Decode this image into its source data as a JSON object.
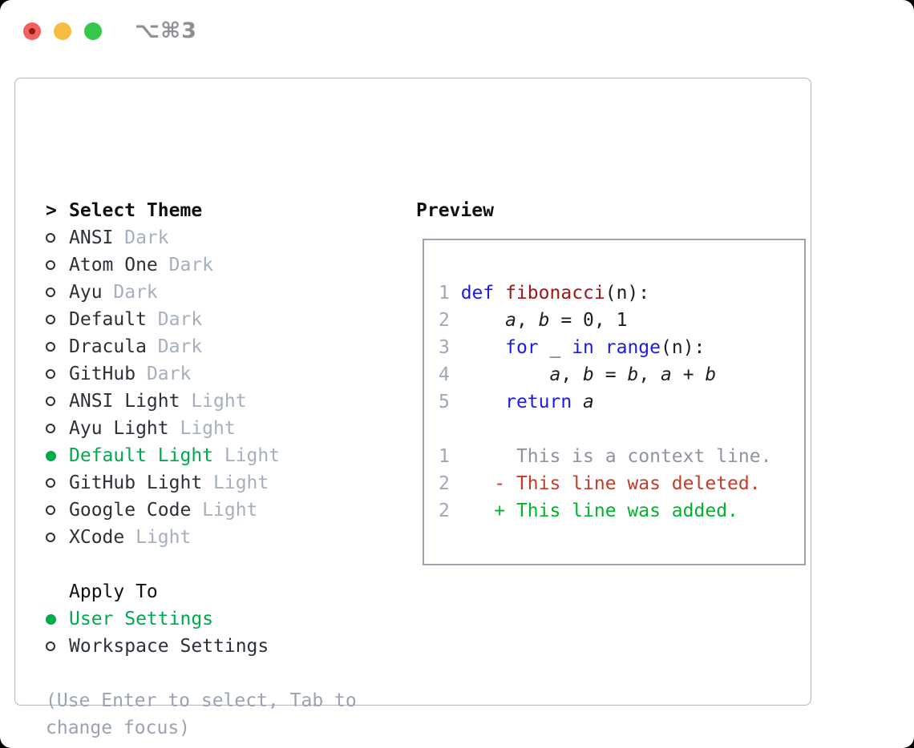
{
  "window": {
    "titlebar_shortcut": "⌥⌘3"
  },
  "colors": {
    "window-bg": "#ffffff",
    "panel-border": "#aeb6c0",
    "preview-border": "#9aa4ae",
    "text-black": "#0e1114",
    "text-dark": "#2c3138",
    "text-muted": "#a6afbd",
    "text-footer": "#9aa3b2",
    "green": "#00a84e",
    "kw": "#1a1af0",
    "fn": "#a31414",
    "code-plain": "#1b1f24",
    "linenum": "#9fa8b6",
    "ctx": "#8d949e",
    "del": "#c43c28",
    "add": "#00b42c",
    "traffic-red": "#f4605b",
    "traffic-red-dot": "#8e1a12",
    "traffic-yellow": "#f7bd40",
    "traffic-green": "#36c84b",
    "titlebar-text": "#8e9094"
  },
  "theme_list": {
    "prompt": ">",
    "header": "Select Theme",
    "items": [
      {
        "label": "ANSI",
        "tag": "Dark",
        "selected": false
      },
      {
        "label": "Atom One",
        "tag": "Dark",
        "selected": false
      },
      {
        "label": "Ayu",
        "tag": "Dark",
        "selected": false
      },
      {
        "label": "Default",
        "tag": "Dark",
        "selected": false
      },
      {
        "label": "Dracula",
        "tag": "Dark",
        "selected": false
      },
      {
        "label": "GitHub",
        "tag": "Dark",
        "selected": false
      },
      {
        "label": "ANSI Light",
        "tag": "Light",
        "selected": false
      },
      {
        "label": "Ayu Light",
        "tag": "Light",
        "selected": false
      },
      {
        "label": "Default Light",
        "tag": "Light",
        "selected": true
      },
      {
        "label": "GitHub Light",
        "tag": "Light",
        "selected": false
      },
      {
        "label": "Google Code",
        "tag": "Light",
        "selected": false
      },
      {
        "label": "XCode",
        "tag": "Light",
        "selected": false
      }
    ]
  },
  "apply_to": {
    "header": "Apply To",
    "options": [
      {
        "label": "User Settings",
        "selected": true
      },
      {
        "label": "Workspace Settings",
        "selected": false
      }
    ]
  },
  "footer": {
    "line1": "(Use Enter to select, Tab to",
    "line2": "change focus)"
  },
  "preview": {
    "header": "Preview",
    "lines": [
      {
        "segments": [
          {
            "text": "1 ",
            "style": "num"
          },
          {
            "text": "def",
            "style": "kw"
          },
          {
            "text": " ",
            "style": "plain"
          },
          {
            "text": "fibonacci",
            "style": "fn"
          },
          {
            "text": "(n):",
            "style": "plain"
          }
        ]
      },
      {
        "segments": [
          {
            "text": "2 ",
            "style": "num"
          },
          {
            "text": "    ",
            "style": "plain"
          },
          {
            "text": "a",
            "style": "var"
          },
          {
            "text": ", ",
            "style": "plain"
          },
          {
            "text": "b",
            "style": "var"
          },
          {
            "text": " = 0, 1",
            "style": "plain"
          }
        ]
      },
      {
        "segments": [
          {
            "text": "3 ",
            "style": "num"
          },
          {
            "text": "    ",
            "style": "plain"
          },
          {
            "text": "for",
            "style": "kw"
          },
          {
            "text": " _ ",
            "style": "plain"
          },
          {
            "text": "in",
            "style": "kw"
          },
          {
            "text": " ",
            "style": "plain"
          },
          {
            "text": "range",
            "style": "kw"
          },
          {
            "text": "(n):",
            "style": "plain"
          }
        ]
      },
      {
        "segments": [
          {
            "text": "4 ",
            "style": "num"
          },
          {
            "text": "        ",
            "style": "plain"
          },
          {
            "text": "a",
            "style": "var"
          },
          {
            "text": ", ",
            "style": "plain"
          },
          {
            "text": "b",
            "style": "var"
          },
          {
            "text": " = ",
            "style": "plain"
          },
          {
            "text": "b",
            "style": "var"
          },
          {
            "text": ", ",
            "style": "plain"
          },
          {
            "text": "a",
            "style": "var"
          },
          {
            "text": " + ",
            "style": "plain"
          },
          {
            "text": "b",
            "style": "var"
          }
        ]
      },
      {
        "segments": [
          {
            "text": "5 ",
            "style": "num"
          },
          {
            "text": "    ",
            "style": "plain"
          },
          {
            "text": "return",
            "style": "kw"
          },
          {
            "text": " ",
            "style": "plain"
          },
          {
            "text": "a",
            "style": "var"
          }
        ]
      },
      {
        "segments": []
      },
      {
        "segments": [
          {
            "text": "1",
            "style": "num"
          },
          {
            "text": "      This is a context line.",
            "style": "ctx"
          }
        ]
      },
      {
        "segments": [
          {
            "text": "2",
            "style": "num"
          },
          {
            "text": "    - This line was deleted.",
            "style": "del"
          }
        ]
      },
      {
        "segments": [
          {
            "text": "2",
            "style": "num"
          },
          {
            "text": "    + This line was added.",
            "style": "add"
          }
        ]
      }
    ]
  }
}
